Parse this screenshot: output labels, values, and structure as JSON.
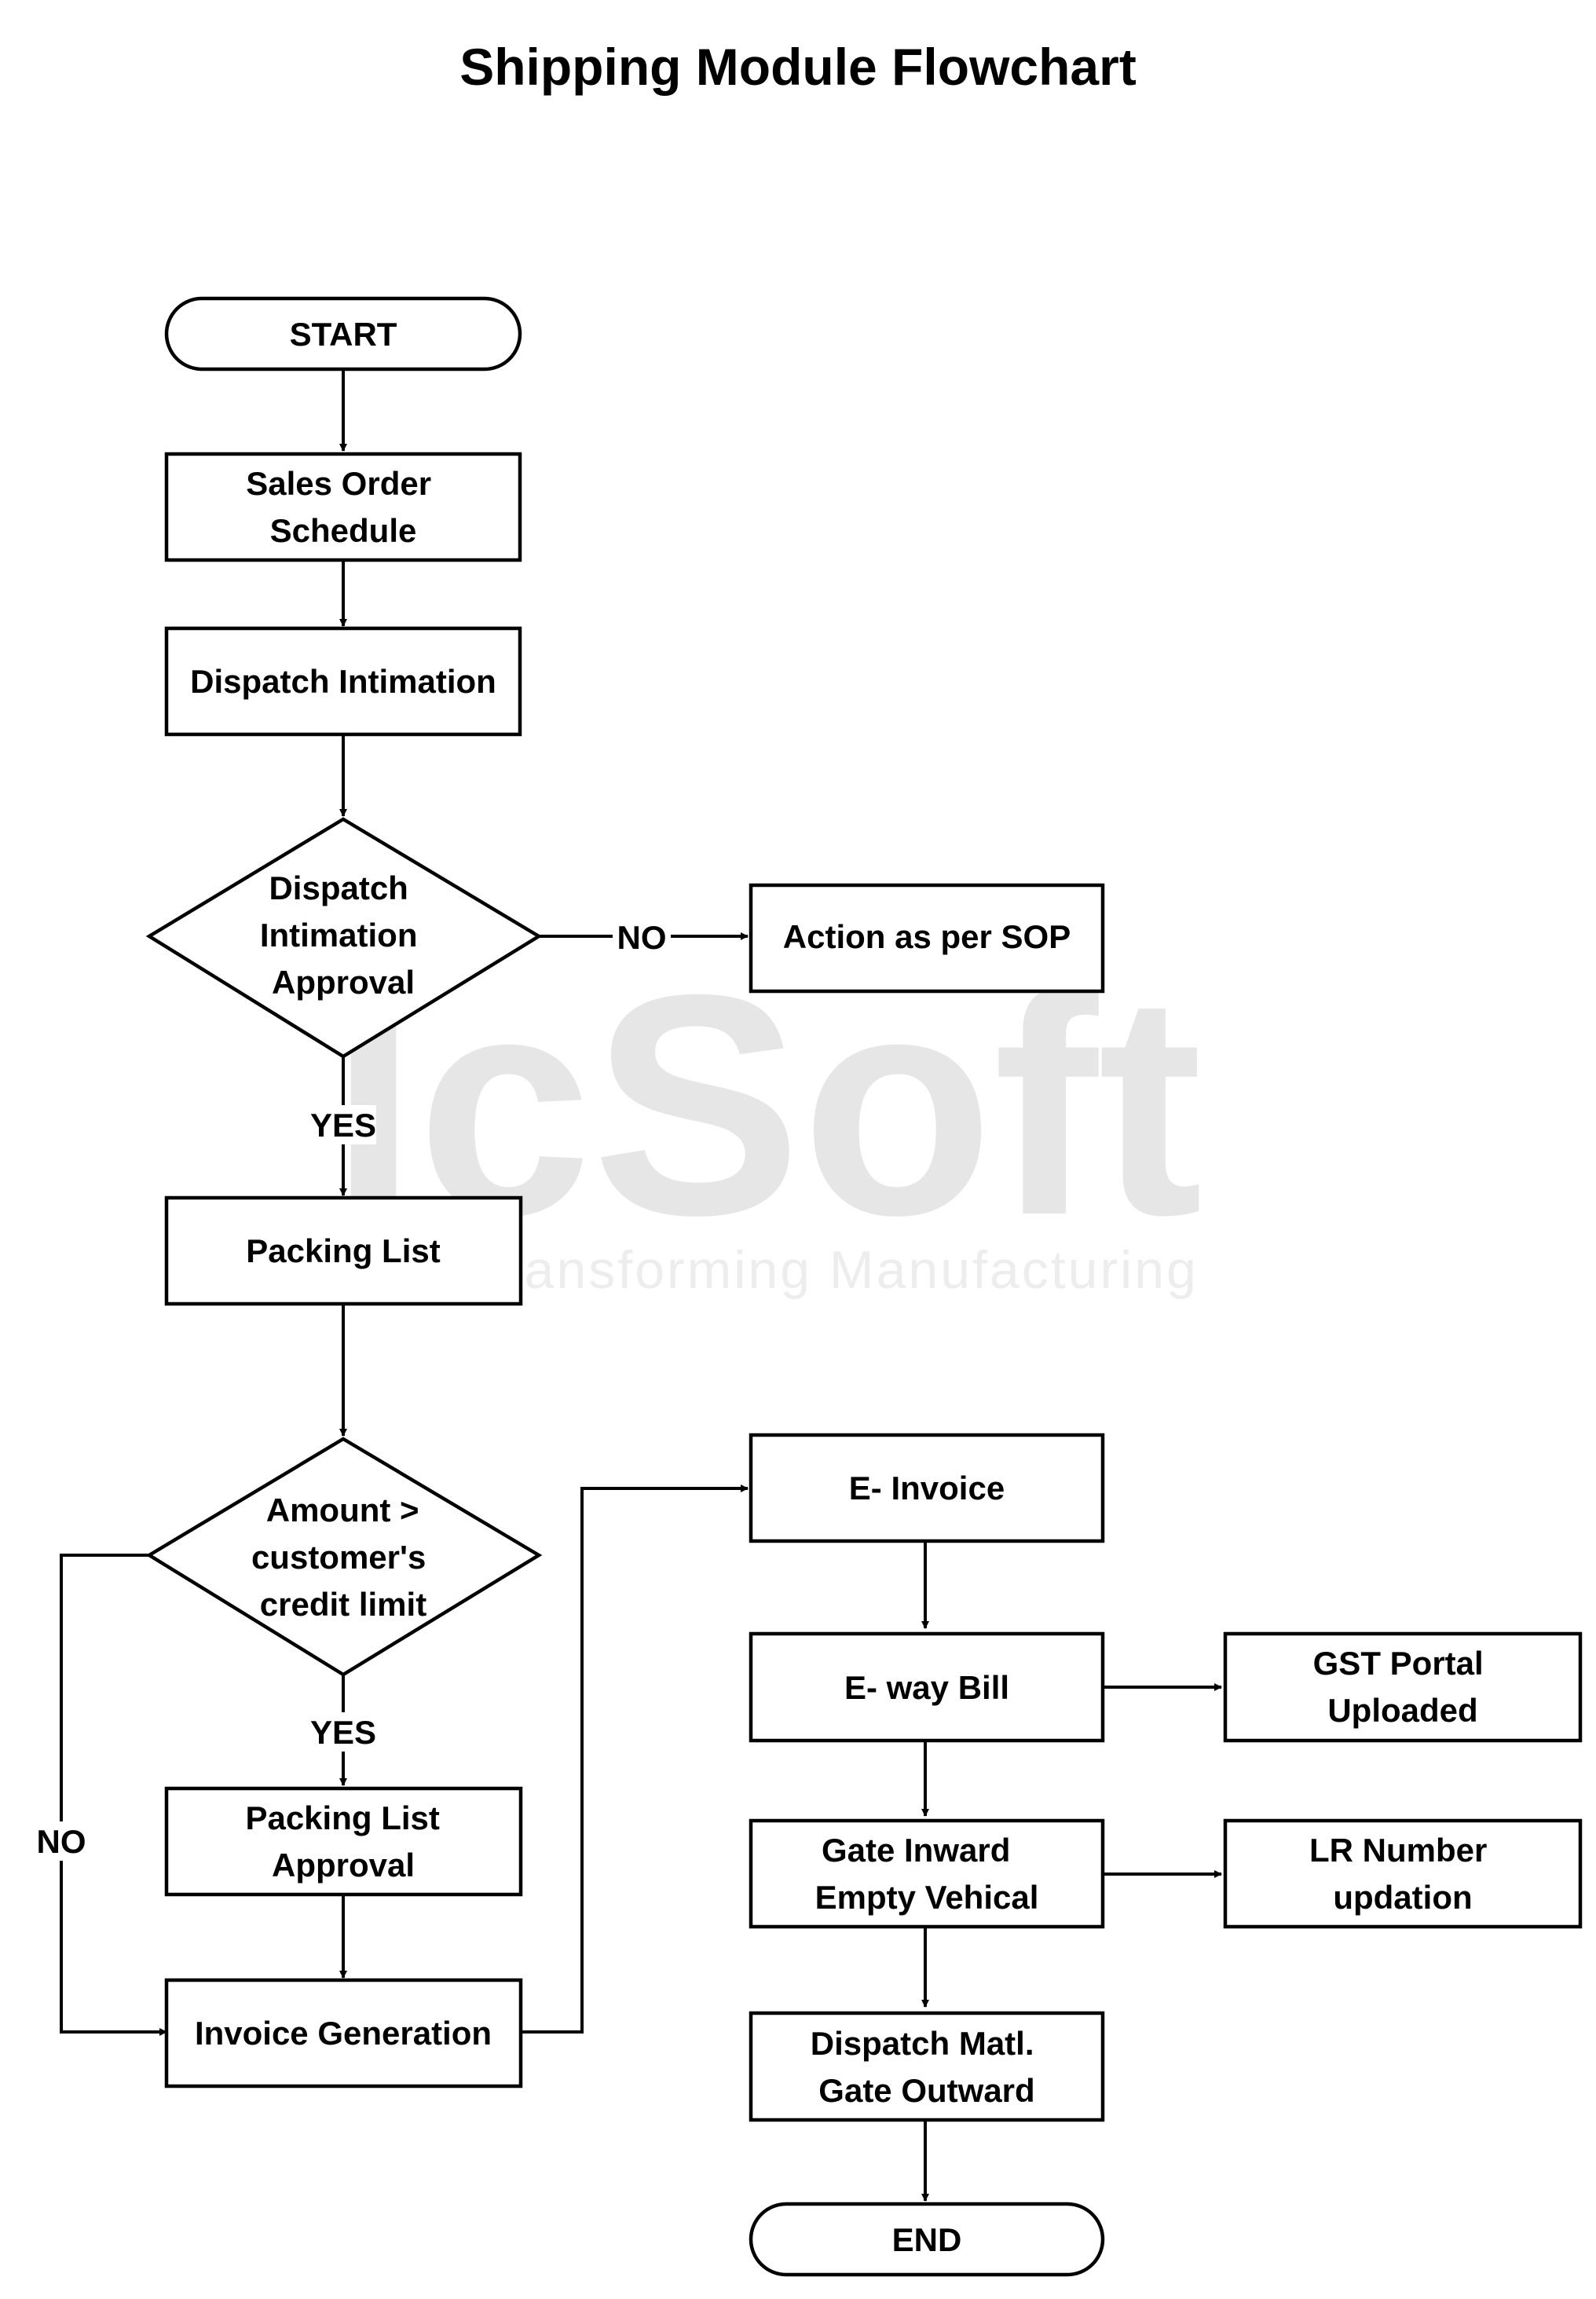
{
  "title": "Shipping Module Flowchart",
  "colors": {
    "stroke": "#000000",
    "fill": "#ffffff",
    "watermark_gray": "#e6e6e6",
    "watermark_red": "#fbe3e3"
  },
  "watermark": {
    "brand": "IcSoft",
    "tagline": "Transforming Manufacturing"
  },
  "nodes": {
    "start": {
      "label": "START"
    },
    "sales_order_schedule": {
      "lines": [
        "Sales Order",
        "Schedule"
      ]
    },
    "dispatch_intimation": {
      "label": "Dispatch Intimation"
    },
    "dispatch_intimation_approval": {
      "lines": [
        "Dispatch",
        "Intimation",
        "Approval"
      ]
    },
    "action_as_per_sop": {
      "label": "Action as per SOP"
    },
    "packing_list": {
      "label": "Packing List"
    },
    "amount_credit_limit": {
      "lines": [
        "Amount  >",
        "customer's",
        "credit limit"
      ]
    },
    "packing_list_approval": {
      "lines": [
        "Packing List",
        "Approval"
      ]
    },
    "invoice_generation": {
      "label": "Invoice Generation"
    },
    "e_invoice": {
      "label": "E- Invoice"
    },
    "e_way_bill": {
      "label": "E- way Bill"
    },
    "gst_portal_uploaded": {
      "lines": [
        "GST Portal",
        "Uploaded"
      ]
    },
    "gate_inward": {
      "lines": [
        "Gate Inward",
        "Empty Vehical"
      ]
    },
    "lr_number_updation": {
      "lines": [
        "LR Number",
        "updation"
      ]
    },
    "dispatch_gate_outward": {
      "lines": [
        "Dispatch Matl.",
        "Gate Outward"
      ]
    },
    "end": {
      "label": "END"
    }
  },
  "edge_labels": {
    "approval_no": "NO",
    "approval_yes": "YES",
    "credit_yes": "YES",
    "credit_no": "NO"
  }
}
